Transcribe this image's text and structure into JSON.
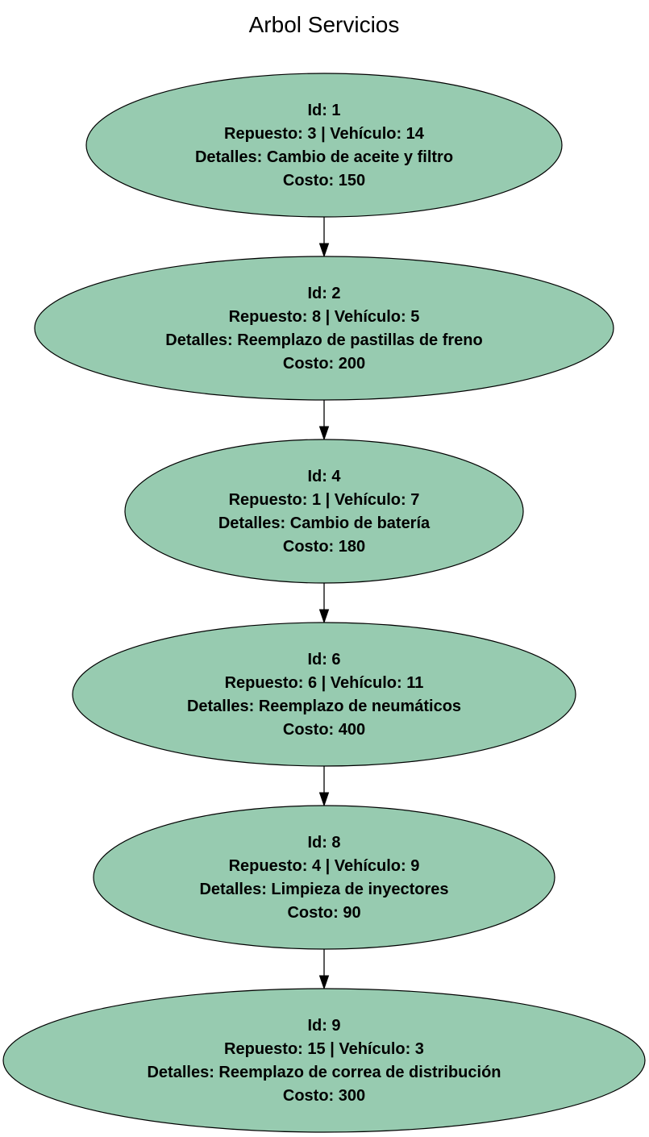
{
  "diagram": {
    "title": "Arbol Servicios",
    "node_fill": "#97cbb0",
    "line_color": "#000000",
    "nodes": [
      {
        "id": "1",
        "lines": [
          "Id: 1",
          "Repuesto: 3  |  Vehículo: 14",
          "Detalles: Cambio de aceite y filtro",
          "Costo: 150"
        ]
      },
      {
        "id": "2",
        "lines": [
          "Id: 2",
          "Repuesto: 8  |  Vehículo: 5",
          "Detalles: Reemplazo de pastillas de freno",
          "Costo: 200"
        ]
      },
      {
        "id": "4",
        "lines": [
          "Id: 4",
          "Repuesto: 1  |  Vehículo: 7",
          "Detalles: Cambio de batería",
          "Costo: 180"
        ]
      },
      {
        "id": "6",
        "lines": [
          "Id: 6",
          "Repuesto: 6  |  Vehículo: 11",
          "Detalles: Reemplazo de neumáticos",
          "Costo: 400"
        ]
      },
      {
        "id": "8",
        "lines": [
          "Id: 8",
          "Repuesto: 4  |  Vehículo: 9",
          "Detalles: Limpieza de inyectores",
          "Costo: 90"
        ]
      },
      {
        "id": "9",
        "lines": [
          "Id: 9",
          "Repuesto: 15  |  Vehículo: 3",
          "Detalles: Reemplazo de correa de distribución",
          "Costo: 300"
        ]
      }
    ],
    "edges": [
      {
        "from": "1",
        "to": "2"
      },
      {
        "from": "2",
        "to": "4"
      },
      {
        "from": "4",
        "to": "6"
      },
      {
        "from": "6",
        "to": "8"
      },
      {
        "from": "8",
        "to": "9"
      }
    ]
  }
}
